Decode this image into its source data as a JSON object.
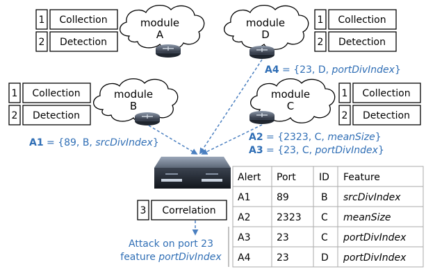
{
  "boxes": {
    "num1": "1",
    "num2": "2",
    "num3": "3",
    "collection": "Collection",
    "detection": "Detection",
    "correlation": "Correlation"
  },
  "modules": {
    "word": "module",
    "a": "A",
    "b": "B",
    "c": "C",
    "d": "D"
  },
  "alerts": {
    "a1": {
      "id": "A1",
      "rest": " = {89, B, ",
      "feature": "srcDivIndex",
      "close": "}"
    },
    "a2": {
      "id": "A2",
      "rest": " = {2323, C, ",
      "feature": "meanSize",
      "close": "}"
    },
    "a3": {
      "id": "A3",
      "rest": " = {23, C, ",
      "feature": "portDivIndex",
      "close": "}"
    },
    "a4": {
      "id": "A4",
      "rest": " = {23, D, ",
      "feature": "portDivIndex",
      "close": "}"
    }
  },
  "result": {
    "line1": "Attack on port 23",
    "line2_prefix": "feature ",
    "line2_feature": "portDivIndex"
  },
  "table": {
    "headers": [
      "Alert",
      "Port",
      "ID",
      "Feature"
    ],
    "rows": [
      [
        "A1",
        "89",
        "B",
        "srcDivIndex"
      ],
      [
        "A2",
        "2323",
        "C",
        "meanSize"
      ],
      [
        "A3",
        "23",
        "C",
        "portDivIndex"
      ],
      [
        "A4",
        "23",
        "D",
        "portDivIndex"
      ]
    ]
  },
  "colors": {
    "accent": "#2f6eb5",
    "arrow": "#4a7fc0"
  }
}
